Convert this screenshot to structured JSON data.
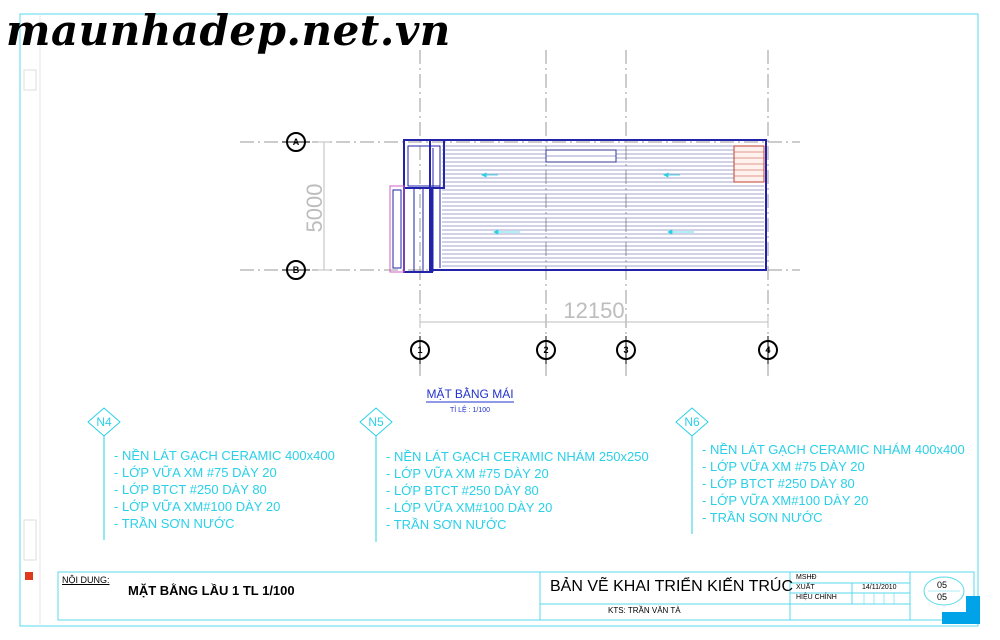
{
  "watermark": "maunhadep.net.vn",
  "plan": {
    "axes_top": [
      "A",
      "B"
    ],
    "axes_bottom": [
      "1",
      "2",
      "3",
      "4"
    ],
    "dim_vertical": "5000",
    "dim_horizontal": "12150",
    "title": "MẶT BẰNG MÁI",
    "scale": "TỈ LỆ : 1/100"
  },
  "specs": [
    {
      "tag": "N4",
      "lines": [
        "- NỀN LÁT GẠCH CERAMIC 400x400",
        "- LỚP VỮA XM #75 DÀY 20",
        "- LỚP BTCT #250 DÀY 80",
        "- LỚP VỮA XM#100 DÀY 20",
        "- TRẦN SƠN NƯỚC"
      ]
    },
    {
      "tag": "N5",
      "lines": [
        "- NỀN LÁT GẠCH CERAMIC NHÁM 250x250",
        "- LỚP VỮA XM #75 DÀY 20",
        "- LỚP BTCT #250 DÀY 80",
        "- LỚP VỮA XM#100 DÀY 20",
        "- TRẦN SƠN NƯỚC"
      ]
    },
    {
      "tag": "N6",
      "lines": [
        "- NỀN LÁT GẠCH CERAMIC NHÁM 400x400",
        "- LỚP VỮA XM #75 DÀY 20",
        "- LỚP BTCT #250 DÀY 80",
        "- LỚP VỮA XM#100 DÀY 20",
        "- TRẦN SƠN NƯỚC"
      ]
    }
  ],
  "title_block": {
    "content_label": "NỘI DUNG:",
    "drawing_name": "MẶT BẰNG LẦU 1  TL 1/100",
    "project_title": "BẢN VẼ KHAI TRIỂN KIẾN TRÚC",
    "architect": "KTS: TRẦN VĂN TÀ",
    "mshd_label": "MSHĐ",
    "issue_label": "XUẤT",
    "issue_date": "14/11/2010",
    "revision_label": "HIỆU CHỈNH",
    "sheet_no": "05",
    "sheet_total": "05"
  },
  "colors": {
    "frame": "#5ad8ec",
    "cad_cyan": "#2ad0e8",
    "plan_blue": "#2222aa",
    "title_blue": "#2233cc",
    "dim_gray": "#bdbdbd",
    "corner_blue": "#00a2e8"
  }
}
